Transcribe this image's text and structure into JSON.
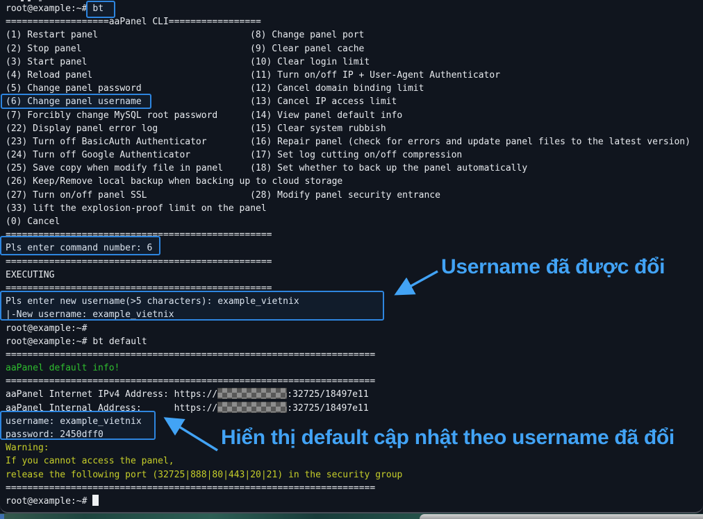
{
  "colors": {
    "terminal_background": "#10151e",
    "terminal_text": "#e8ebef",
    "success_green": "#2fbe2f",
    "warning_yellow": "#c6ce2a",
    "highlight_box_blue": "#2e86e0",
    "annotation_blue": "#42a3f5"
  },
  "terminal": {
    "prompt": "root@example:~#",
    "top_command": "bt",
    "cli_header": "===================aaPanel CLI=================",
    "separator_short": "=================================================",
    "separator_long": "====================================================================",
    "menu_rows": [
      {
        "left": "(1) Restart panel",
        "right": "(8) Change panel port"
      },
      {
        "left": "(2) Stop panel",
        "right": "(9) Clear panel cache"
      },
      {
        "left": "(3) Start panel",
        "right": "(10) Clear login limit"
      },
      {
        "left": "(4) Reload panel",
        "right": "(11) Turn on/off IP + User-Agent Authenticator"
      },
      {
        "left": "(5) Change panel password",
        "right": "(12) Cancel domain binding limit"
      },
      {
        "left": "(6) Change panel username",
        "right": "(13) Cancel IP access limit"
      },
      {
        "left": "(7) Forcibly change MySQL root password",
        "right": "(14) View panel default info"
      },
      {
        "left": "(22) Display panel error log",
        "right": "(15) Clear system rubbish"
      },
      {
        "left": "(23) Turn off BasicAuth Authenticator",
        "right": "(16) Repair panel (check for errors and update panel files to the latest version)"
      },
      {
        "left": "(24) Turn off Google Authenticator",
        "right": "(17) Set log cutting on/off compression"
      },
      {
        "left": "(25) Save copy when modify file in panel",
        "right": "(18) Set whether to back up the panel automatically"
      },
      {
        "text": "(26) Keep/Remove local backup when backing up to cloud storage"
      },
      {
        "left": "(27) Turn on/off panel SSL",
        "right": "(28) Modify panel security entrance"
      },
      {
        "text": "(33) lift the explosion-proof limit on the panel"
      },
      {
        "text": "(0) Cancel"
      }
    ],
    "command_number_prompt": "Pls enter command number: 6",
    "executing_label": "EXECUTING",
    "new_username_prompt": "Pls enter new username(>5 characters): example_vietnix",
    "new_username_result": "|-New username: example_vietnix",
    "bt_default_command": "bt default",
    "default_info_title": "aaPanel default info!",
    "internet_address_prefix": "aaPanel Internet IPv4 Address: https://",
    "internal_address_prefix": "aaPanel Internal Address:      https://",
    "address_suffix": ":32725/18497e11",
    "default_username": "username: example_vietnix",
    "default_password": "password: 2450dff0",
    "warning_title": "Warning:",
    "warning_line1": "If you cannot access the panel,",
    "warning_line2": "release the following port (32725|888|80|443|20|21) in the security group"
  },
  "annotations": {
    "username_changed": "Username đã được đổi",
    "default_updated": "Hiển thị default cập nhật theo username đã đổi"
  }
}
